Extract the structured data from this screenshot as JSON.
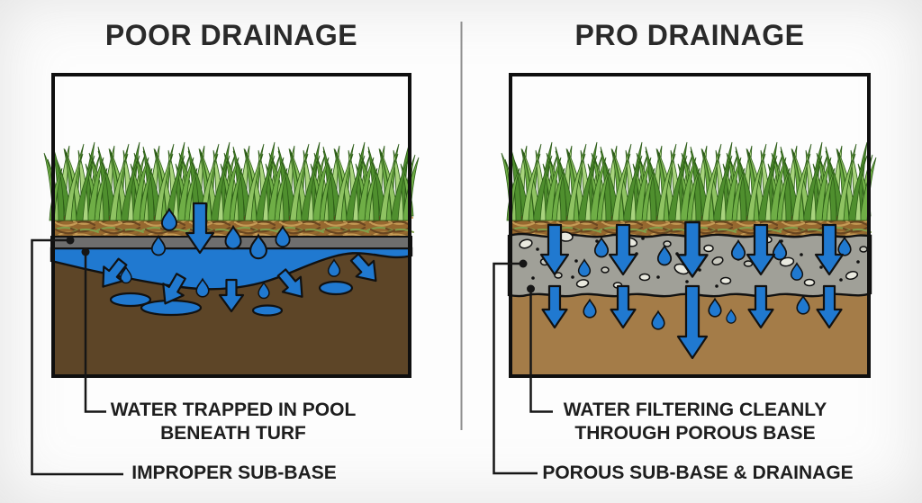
{
  "panels": {
    "left": {
      "title": "POOR DRAINAGE",
      "label_pool_line1": "WATER TRAPPED IN POOL",
      "label_pool_line2": "BENEATH TURF",
      "label_subbase": "IMPROPER SUB-BASE"
    },
    "right": {
      "title": "PRO DRAINAGE",
      "label_filter_line1": "WATER FILTERING CLEANLY",
      "label_filter_line2": "THROUGH POROUS BASE",
      "label_subbase": "POROUS SUB-BASE & DRAINAGE"
    }
  },
  "colors": {
    "water_blue": "#2079d0",
    "soil_poor_brown": "#5d4527",
    "soil_pro_tan": "#a47c48",
    "porous_gray": "#a0a098",
    "compacted_strip_gray": "#6e6e6e",
    "thatch_brown": "#96682f",
    "grass_green": "#6fae46",
    "outline_black": "#111111",
    "text_dark": "#2a2a2a",
    "divider_gray": "#8f8f8f"
  },
  "icons": {
    "droplet": "water-droplet-icon",
    "arrow": "down-arrow-icon",
    "callout_dot": "callout-dot"
  }
}
